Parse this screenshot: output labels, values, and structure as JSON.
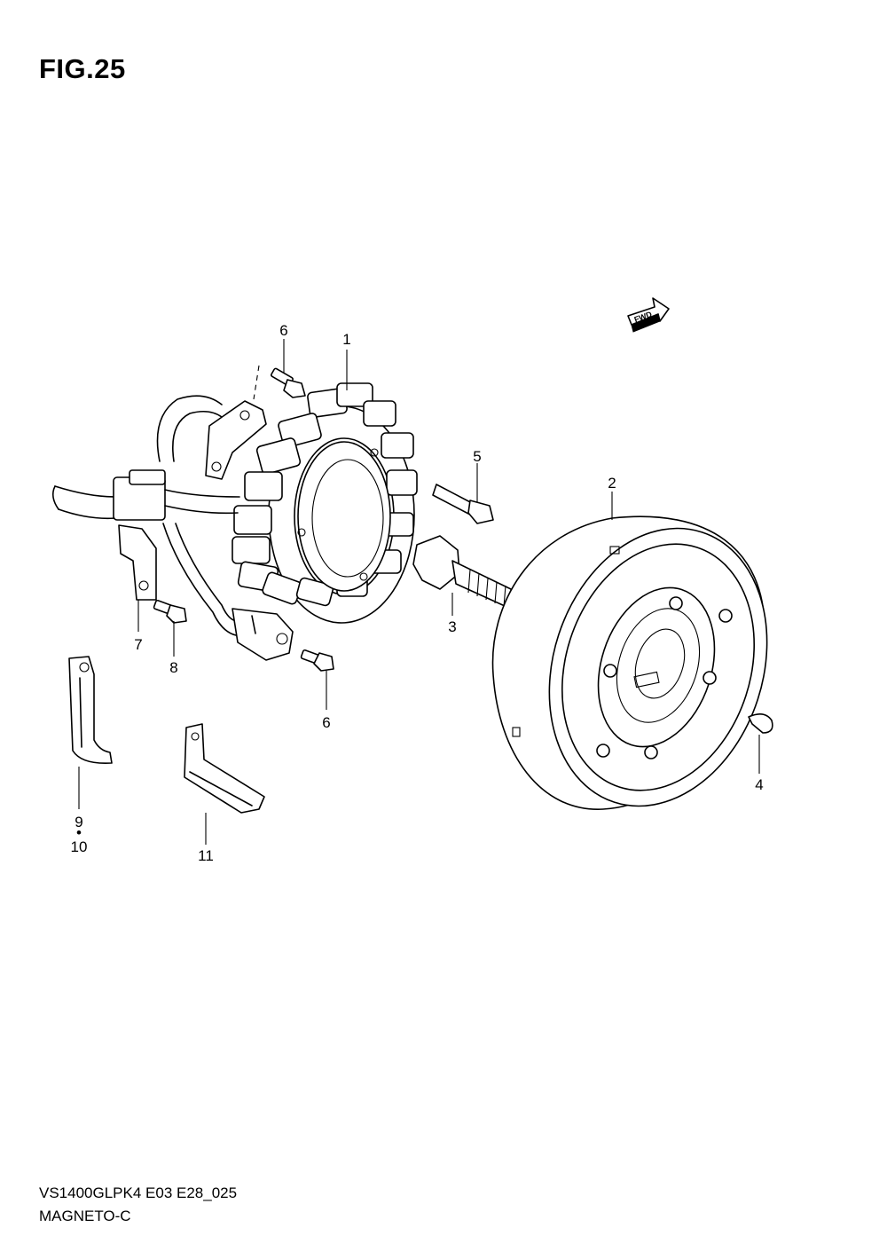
{
  "figure": {
    "title": "FIG.25"
  },
  "forward_badge": "FWD",
  "callouts": [
    {
      "id": "1",
      "text": "1"
    },
    {
      "id": "2",
      "text": "2"
    },
    {
      "id": "3",
      "text": "3"
    },
    {
      "id": "4",
      "text": "4"
    },
    {
      "id": "5",
      "text": "5"
    },
    {
      "id": "6a",
      "text": "6"
    },
    {
      "id": "6b",
      "text": "6"
    },
    {
      "id": "7",
      "text": "7"
    },
    {
      "id": "8",
      "text": "8"
    },
    {
      "id": "9",
      "text": "9"
    },
    {
      "id": "dot",
      "text": "•"
    },
    {
      "id": "10",
      "text": "10"
    },
    {
      "id": "11",
      "text": "11"
    }
  ],
  "footer": {
    "code": "VS1400GLPK4 E03 E28_025",
    "name": "MAGNETO-C"
  }
}
